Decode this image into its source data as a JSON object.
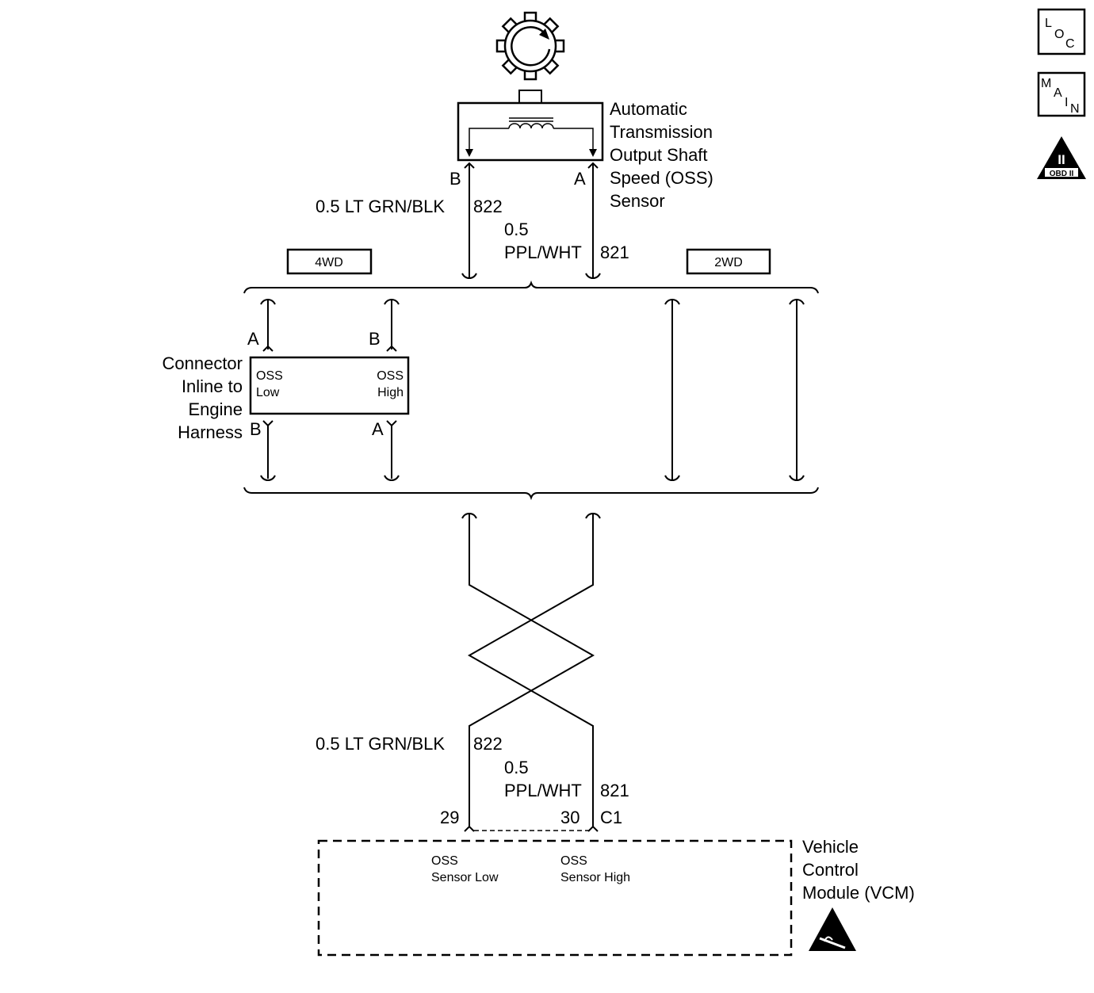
{
  "sensor": {
    "name_lines": [
      "Automatic",
      "Transmission",
      "Output Shaft",
      "Speed (OSS)",
      "Sensor"
    ],
    "pin_b": "B",
    "pin_a": "A"
  },
  "wires_top": {
    "low_wire": "0.5 LT GRN/BLK",
    "low_circuit": "822",
    "high_size": "0.5",
    "high_color": "PPL/WHT",
    "high_circuit": "821"
  },
  "variants": {
    "left": "4WD",
    "right": "2WD"
  },
  "connector": {
    "name_lines": [
      "Connector",
      "Inline to",
      "Engine",
      "Harness"
    ],
    "top_pin_left": "A",
    "top_pin_right": "B",
    "bottom_pin_left": "B",
    "bottom_pin_right": "A",
    "left_label": [
      "OSS",
      "Low"
    ],
    "right_label": [
      "OSS",
      "High"
    ]
  },
  "wires_bottom": {
    "low_wire": "0.5 LT GRN/BLK",
    "low_circuit": "822",
    "high_size": "0.5",
    "high_color": "PPL/WHT",
    "high_circuit": "821"
  },
  "vcm": {
    "name_lines": [
      "Vehicle",
      "Control",
      "Module (VCM)"
    ],
    "pin_low": "29",
    "pin_high": "30",
    "connector": "C1",
    "low_label": [
      "OSS",
      "Sensor Low"
    ],
    "high_label": [
      "OSS",
      "Sensor High"
    ]
  },
  "side_icons": {
    "loc": [
      "L",
      "O",
      "C"
    ],
    "main": [
      "M",
      "A",
      "I",
      "N"
    ],
    "obd_numeral": "II",
    "obd_text": "OBD II"
  },
  "colors": {
    "ink": "#000000",
    "paper": "#ffffff"
  }
}
